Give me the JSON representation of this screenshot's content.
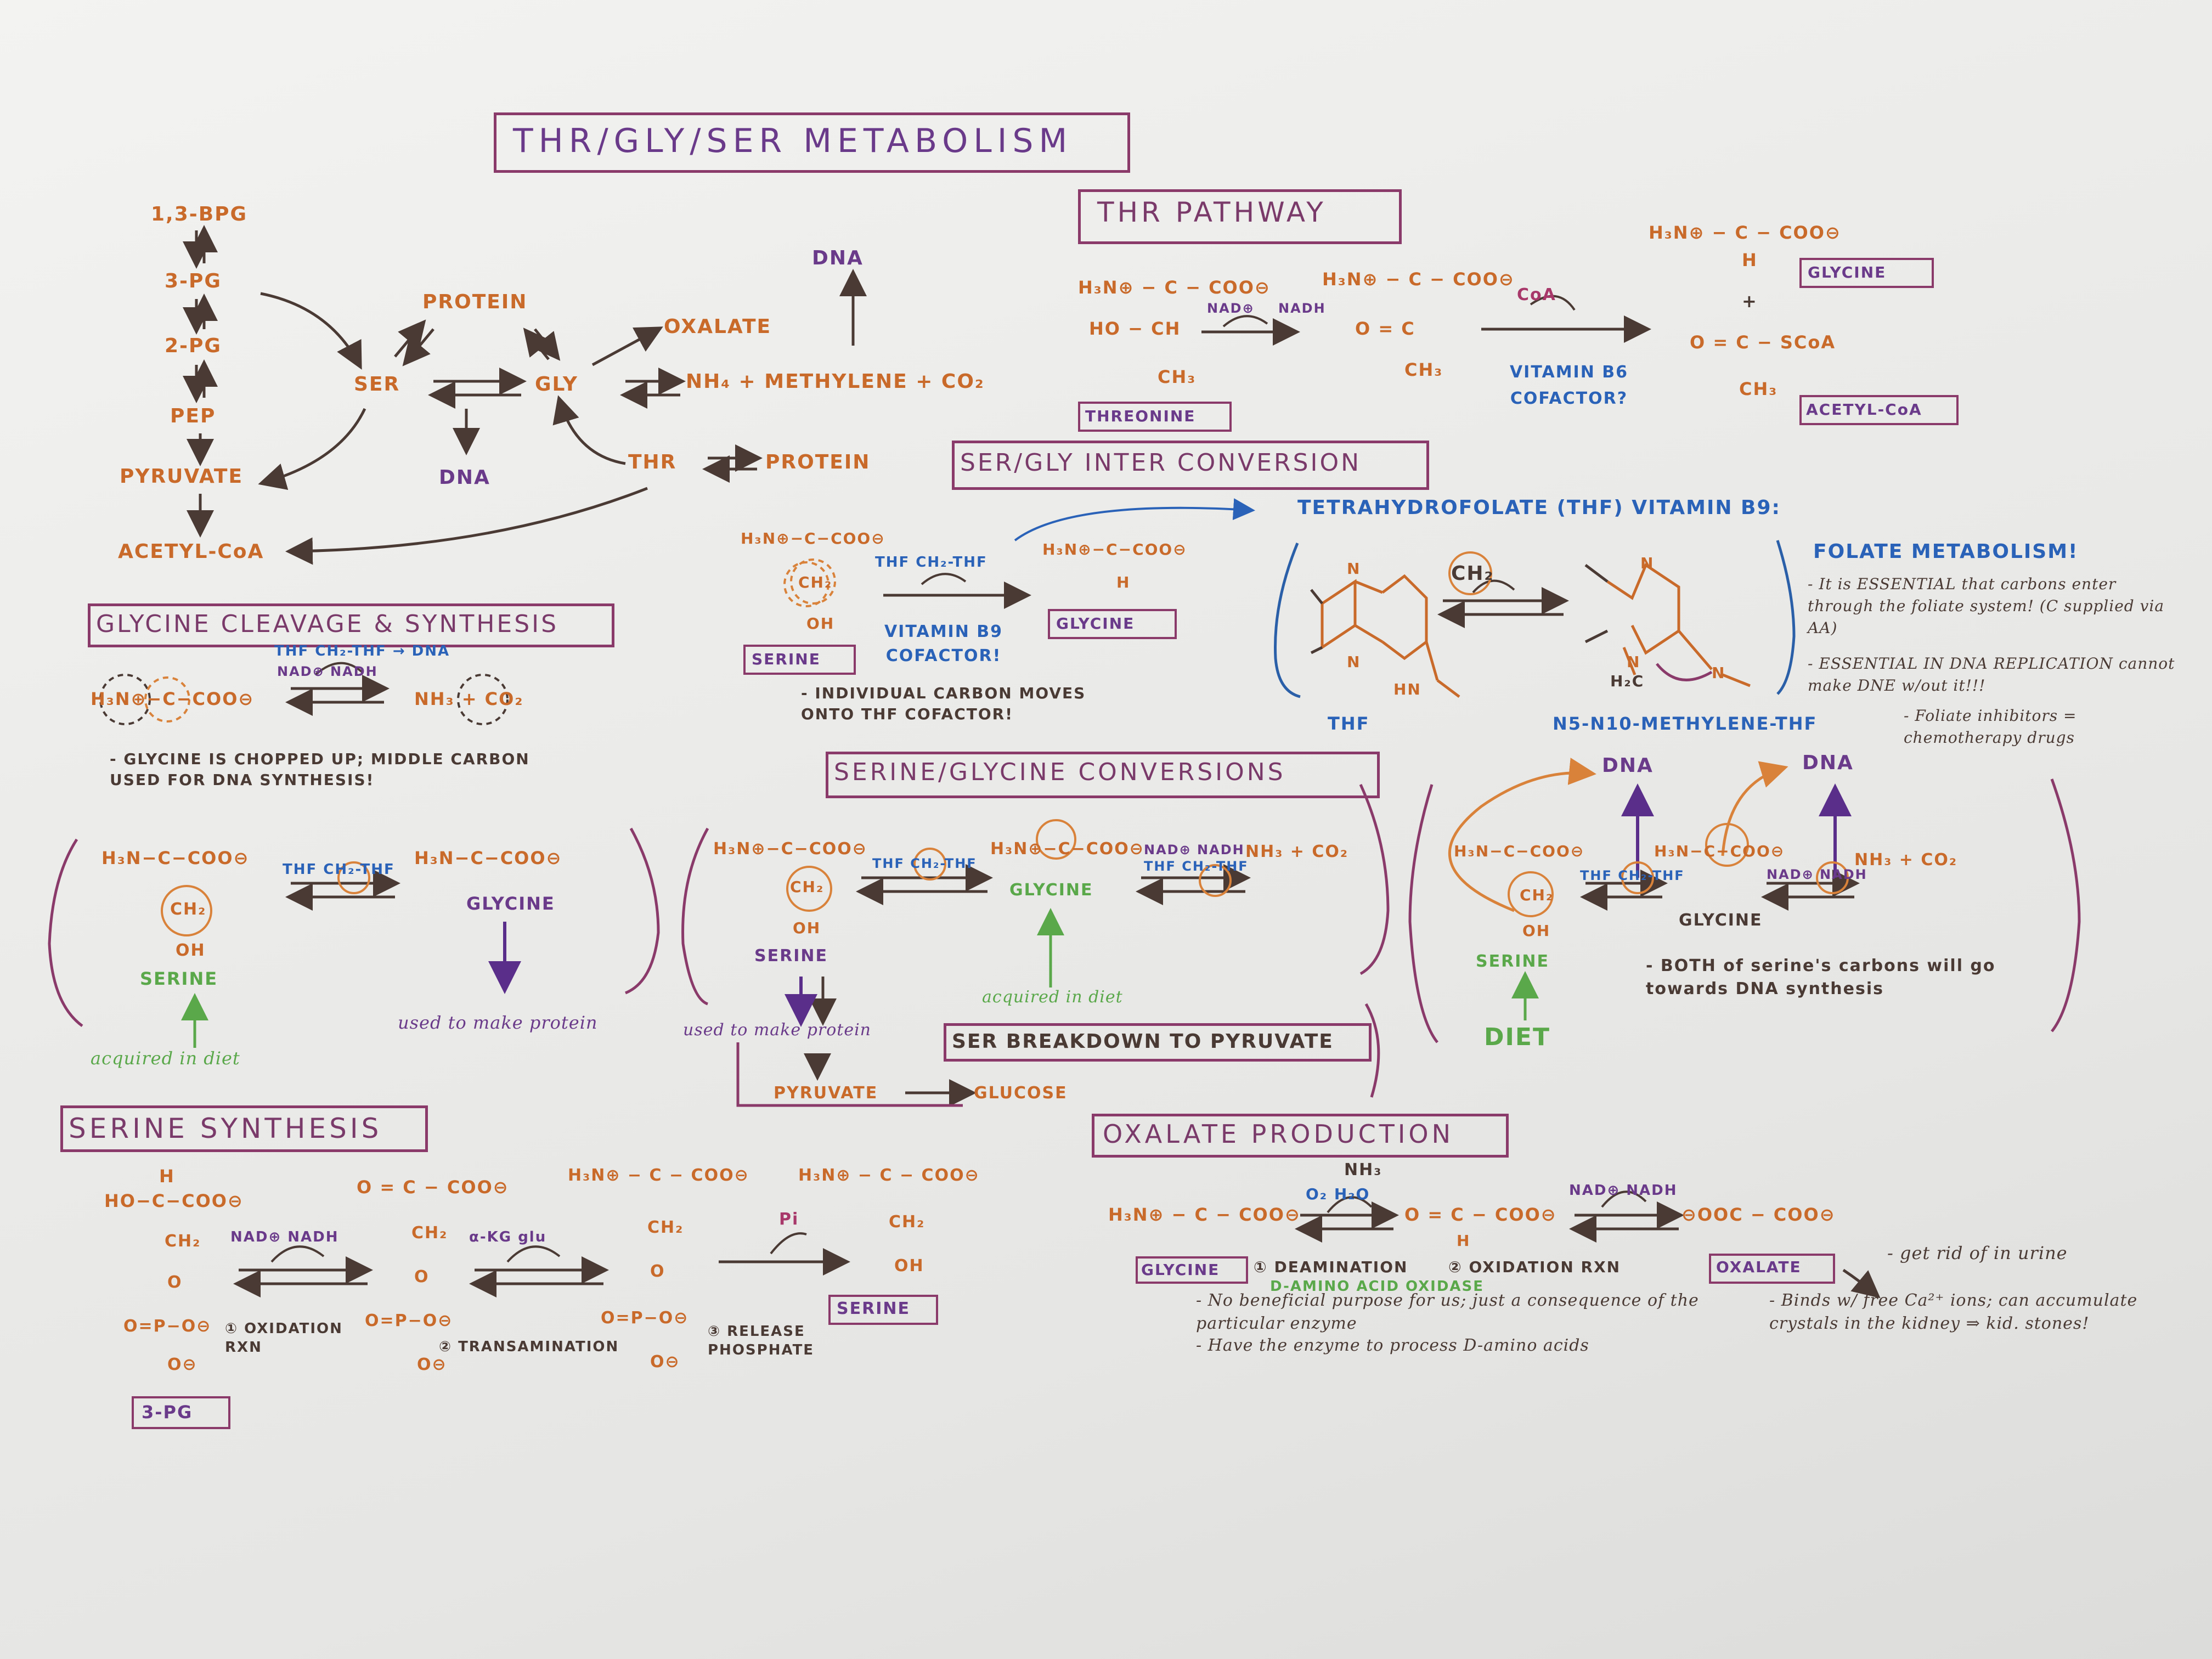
{
  "title": "THR/GLY/SER METABOLISM",
  "overview": {
    "bpg13": "1,3-BPG",
    "pg3": "3-PG",
    "pg2": "2-PG",
    "pep": "PEP",
    "pyruvate": "PYRUVATE",
    "acetylcoa": "ACETYL-CoA",
    "ser": "SER",
    "gly": "GLY",
    "protein1": "PROTEIN",
    "oxalate": "OXALATE",
    "dna_top": "DNA",
    "products": "NH₄ + METHYLENE + CO₂",
    "dna_left": "DNA",
    "thr": "THR",
    "protein2": "PROTEIN"
  },
  "thr": {
    "title": "THR PATHWAY",
    "threonine_label": "THREONINE",
    "nad": "NAD⊕",
    "nadh": "NADH",
    "coa": "CoA",
    "cofactor": "VITAMIN B6 COFACTOR?",
    "glycine_label": "GLYCINE",
    "plus": "+",
    "acetylcoa_label": "ACETYL-CoA",
    "s1": "H₃N⊕ − C − COO⊖",
    "s2": "HO − CH",
    "s3": "CH₃",
    "k1": "H₃N⊕ − C − COO⊖",
    "k2": "O = C",
    "k3": "CH₃",
    "g1": "H₃N⊕ − C − COO⊖",
    "g2": "H",
    "a1": "O = C − SCoA",
    "a2": "CH₃"
  },
  "sergly": {
    "title": "SER/GLY INTER CONVERSION",
    "thf_title": "TETRAHYDROFOLATE (THF) VITAMIN B9:",
    "thf_rxn": "THF  CH₂-THF",
    "cofactor": "VITAMIN B9 COFACTOR!",
    "serine_label": "SERINE",
    "glycine_label": "GLYCINE",
    "note": "- INDIVIDUAL CARBON MOVES ONTO THF COFACTOR!",
    "ser1": "H₃N⊕−C−COO⊖",
    "ser2": "CH₂",
    "ser3": "OH",
    "gly1": "H₃N⊕−C−COO⊖",
    "gly2": "H"
  },
  "folate": {
    "thf_label": "THF",
    "methylene_label": "N5-N10-METHYLENE-THF",
    "ch2": "CH₂",
    "h2c": "H₂C",
    "title": "FOLATE METABOLISM!",
    "n1": "- It is ESSENTIAL that carbons enter through the foliate system! (C supplied via AA)",
    "n2": "- ESSENTIAL IN DNA REPLICATION cannot make DNE w/out it!!!",
    "n3": "- Foliate inhibitors = chemotherapy drugs"
  },
  "cleavage": {
    "title": "GLYCINE CLEAVAGE & SYNTHESIS",
    "top": "THF  CH₂-THF → DNA",
    "nad": "NAD⊕  NADH",
    "left": "H₃N⊕−C−COO⊖",
    "right": "NH₃  + CO₂",
    "note": "- GLYCINE IS CHOPPED UP; MIDDLE CARBON USED FOR DNA SYNTHESIS!"
  },
  "conversions": {
    "title": "SERINE/GLYCINE CONVERSIONS",
    "p1": {
      "ser": "H₃N−C−COO⊖",
      "ser2": "CH₂",
      "ser3": "OH",
      "serine": "SERINE",
      "thf": "THF  CH₂-THF",
      "gly": "H₃N−C−COO⊖",
      "glycine": "GLYCINE",
      "diet": "acquired in diet",
      "protein": "used to make protein"
    },
    "p2": {
      "ser": "H₃N⊕−C−COO⊖",
      "ser2": "CH₂",
      "ser3": "OH",
      "serine": "SERINE",
      "thf": "THF CH₂-THF",
      "gly": "H₃N⊕−C−COO⊖",
      "glycine": "GLYCINE",
      "nad": "NAD⊕  NADH",
      "thf2": "THF CH₂-THF",
      "prod": "NH₃  +  CO₂",
      "diet": "acquired in diet",
      "protein": "used to make protein"
    },
    "p3": {
      "dna1": "DNA",
      "dna2": "DNA",
      "ser": "H₃N−C−COO⊖",
      "ser2": "CH₂",
      "ser3": "OH",
      "serine": "SERINE",
      "gly": "H₃N−C−COO⊖",
      "glycine": "GLYCINE",
      "thf": "THF CH₂-THF",
      "nad": "NAD⊕ NADH",
      "prod": "NH₃   +   CO₂",
      "diet": "DIET",
      "note": "- BOTH of serine's carbons will go towards DNA synthesis"
    }
  },
  "breakdown": {
    "title": "SER BREAKDOWN TO PYRUVATE",
    "pyruvate": "PYRUVATE",
    "glucose": "GLUCOSE"
  },
  "synthesis": {
    "title": "SERINE SYNTHESIS",
    "pg3_label": "3-PG",
    "serine_label": "SERINE",
    "m1a": "H",
    "m1b": "HO−C−COO⊖",
    "m1c": "CH₂",
    "m1d": "O",
    "m1e": "O=P−O⊖",
    "m1f": "O⊖",
    "m2a": "O = C − COO⊖",
    "m2b": "CH₂",
    "m2c": "O",
    "m2d": "O=P−O⊖",
    "m2e": "O⊖",
    "m3a": "H₃N⊕ − C − COO⊖",
    "m3b": "CH₂",
    "m3c": "O",
    "m3d": "O=P−O⊖",
    "m3e": "O⊖",
    "m4a": "H₃N⊕ − C − COO⊖",
    "m4b": "CH₂",
    "m4c": "OH",
    "nad": "NAD⊕  NADH",
    "akg": "α-KG  glu",
    "pi": "Pi",
    "step1": "① OXIDATION RXN",
    "step2": "② TRANSAMINATION",
    "step3": "③ RELEASE PHOSPHATE"
  },
  "oxalate": {
    "title": "OXALATE PRODUCTION",
    "gly": "H₃N⊕ − C − COO⊖",
    "nh3": "NH₃",
    "o2": "O₂ H₂O",
    "ald": "O = C − COO⊖",
    "ald_h": "H",
    "nad": "NAD⊕ NADH",
    "ox": "⊖OOC − COO⊖",
    "glycine_label": "GLYCINE",
    "step1": "① DEAMINATION",
    "enzyme": "D-AMINO ACID OXIDASE",
    "step2": "② OXIDATION RXN",
    "oxalate_label": "OXALATE",
    "urine": "- get rid of in urine",
    "n1": "- No beneficial purpose for us; just a consequence of the particular enzyme",
    "n2": "- Have the enzyme to process D-amino acids",
    "n3": "- Binds w/ free Ca²⁺ ions; can accumulate crystals in the kidney ⇒ kid. stones!"
  },
  "colors": {
    "orange": "#c96a2a",
    "purple": "#6a3a8a",
    "blue": "#2a62b8",
    "green": "#5aa84a",
    "brown": "#4a3a34",
    "magenta": "#a8386a"
  }
}
